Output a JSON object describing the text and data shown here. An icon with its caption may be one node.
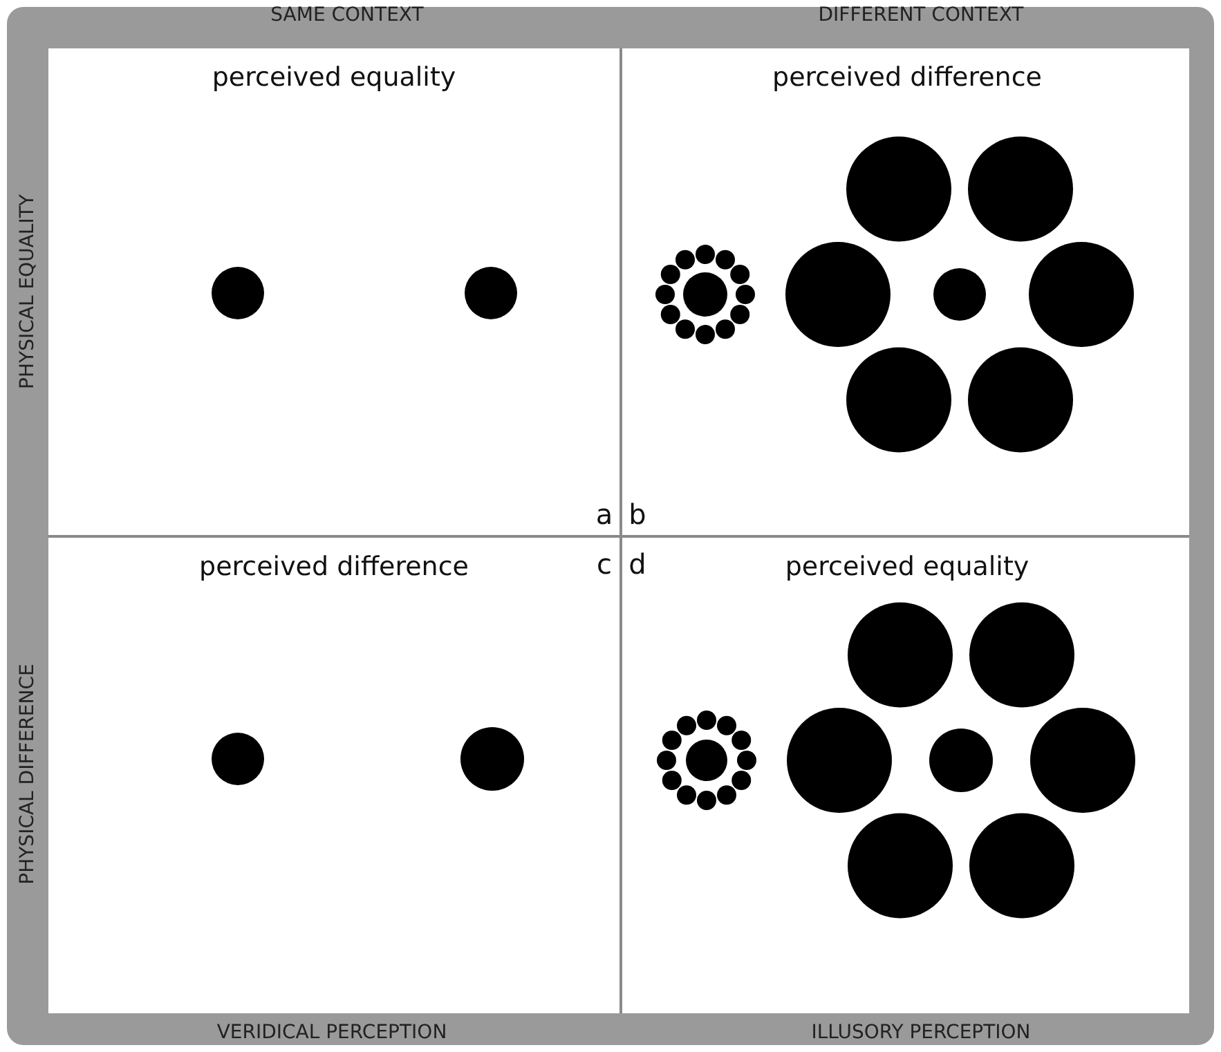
{
  "diagram": {
    "nodes": [
      {
        "text": [
          "perceived equality"
        ]
      },
      {
        "text": [
          "perceived difference"
        ]
      },
      {
        "text": [
          "perceived difference"
        ]
      },
      {
        "text": [
          "perceived equality"
        ]
      }
    ],
    "labels": [
      "SAME CONTEXT",
      "DIFFERENT CONTEXT",
      "PHYSICAL EQUALITY",
      "a",
      "b",
      "c",
      "d",
      "PHYSICAL DIFFERENCE",
      "VERIDICAL PERCEPTION",
      "ILLUSORY PERCEPTION"
    ]
  }
}
